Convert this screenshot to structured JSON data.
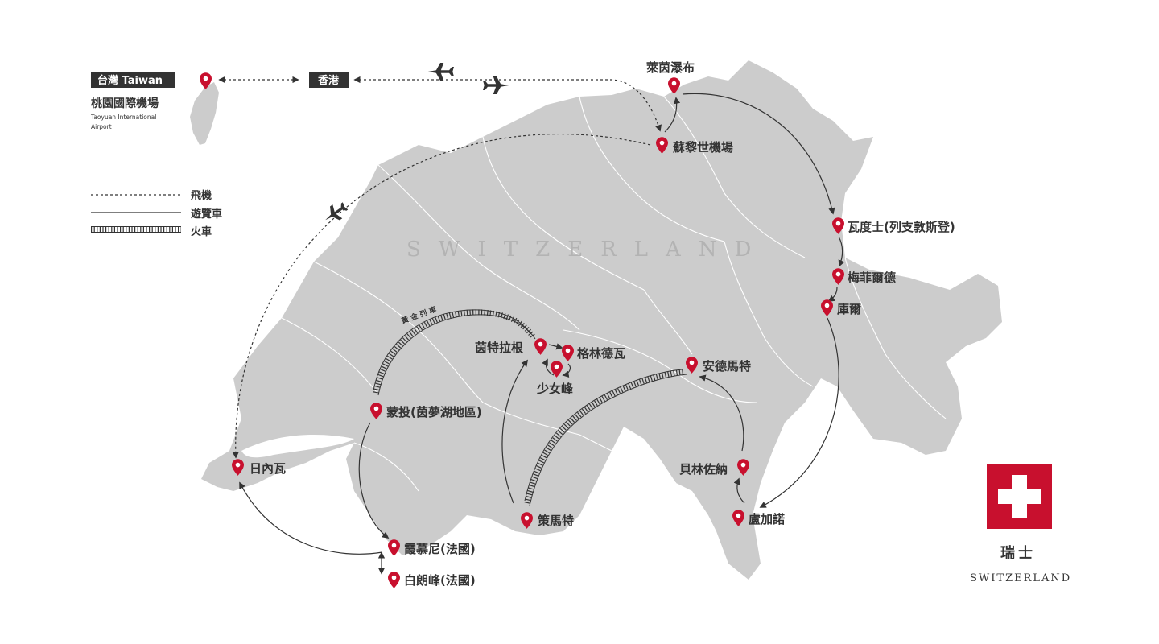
{
  "origin": {
    "tag": "台灣 Taiwan",
    "airport_cn": "桃園國際機場",
    "airport_en_line1": "Taoyuan International",
    "airport_en_line2": "Airport"
  },
  "hub": {
    "tag": "香港"
  },
  "legend": {
    "plane": "飛機",
    "coach": "遊覽車",
    "train": "火車"
  },
  "watermark": "SWITZERLAND",
  "train_name": "黃 金 列 車",
  "places": {
    "rhine_falls": "萊茵瀑布",
    "zurich_airport": "蘇黎世機場",
    "vaduz": "瓦度士(列支敦斯登)",
    "maienfeld": "梅菲爾德",
    "chur": "庫爾",
    "interlaken": "茵特拉根",
    "grindelwald": "格林德瓦",
    "jungfrau": "少女峰",
    "andermatt": "安德馬特",
    "montreux": "蒙投(茵夢湖地區)",
    "geneva": "日內瓦",
    "zermatt": "策馬特",
    "bellinzona": "貝林佐納",
    "lugano": "盧加諾",
    "chamonix": "霞慕尼(法國)",
    "mont_blanc": "白朗峰(法國)"
  },
  "country": {
    "name_cn": "瑞士",
    "name_en": "SWITZERLAND",
    "flag_red": "#c8102e"
  },
  "colors": {
    "land": "#cccccc",
    "pin": "#c8102e",
    "text": "#333333"
  }
}
